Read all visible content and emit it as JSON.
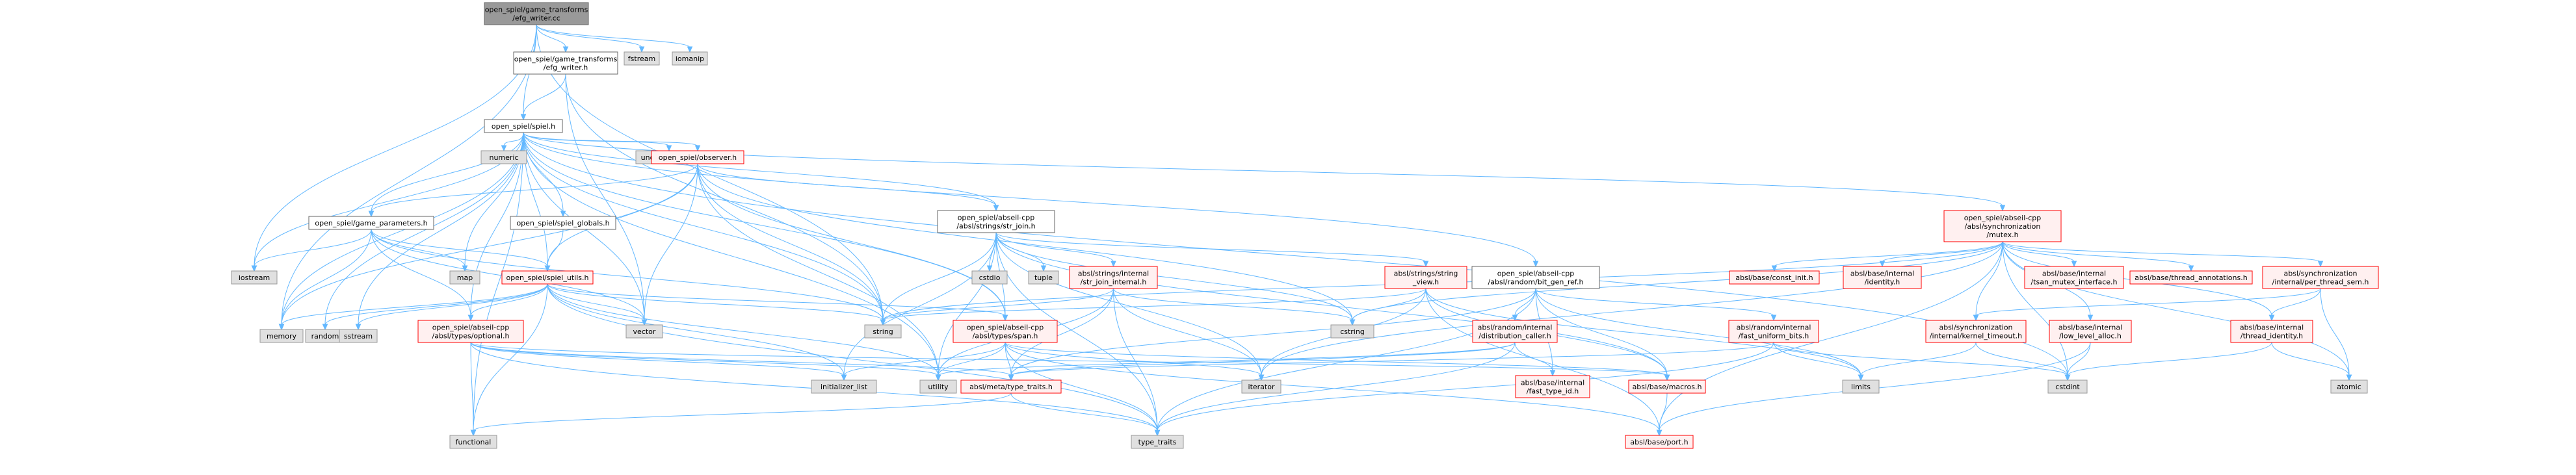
{
  "diagram": {
    "type": "include-dependency-graph",
    "colors": {
      "root_fill": "#999999",
      "root_border": "#666666",
      "documented_fill": "#ffffff",
      "documented_border": "#666666",
      "external_fill": "#e0e0e0",
      "external_border": "#999999",
      "missing_fill": "#fff0f0",
      "missing_border": "#ff0000",
      "edge": "#63b8ff"
    },
    "nodes": [
      {
        "id": "n_root",
        "lines": [
          "open_spiel/game_transforms",
          "/efg_writer.cc"
        ],
        "kind": "root"
      },
      {
        "id": "n_efgh",
        "lines": [
          "open_spiel/game_transforms",
          "/efg_writer.h"
        ],
        "kind": "documented"
      },
      {
        "id": "n_fstream",
        "lines": [
          "fstream"
        ],
        "kind": "external"
      },
      {
        "id": "n_iomanip",
        "lines": [
          "iomanip"
        ],
        "kind": "external"
      },
      {
        "id": "n_spiel",
        "lines": [
          "open_spiel/spiel.h"
        ],
        "kind": "documented"
      },
      {
        "id": "n_numeric",
        "lines": [
          "numeric"
        ],
        "kind": "external"
      },
      {
        "id": "n_unordered_map",
        "lines": [
          "unordered_map"
        ],
        "kind": "external"
      },
      {
        "id": "n_observer",
        "lines": [
          "open_spiel/observer.h"
        ],
        "kind": "missing"
      },
      {
        "id": "n_mutex",
        "lines": [
          "open_spiel/abseil-cpp",
          "/absl/synchronization",
          "/mutex.h"
        ],
        "kind": "missing"
      },
      {
        "id": "n_spiel_globals",
        "lines": [
          "open_spiel/spiel_globals.h"
        ],
        "kind": "documented"
      },
      {
        "id": "n_str_join",
        "lines": [
          "open_spiel/abseil-cpp",
          "/absl/strings/str_join.h"
        ],
        "kind": "documented"
      },
      {
        "id": "n_game_params",
        "lines": [
          "open_spiel/game_parameters.h"
        ],
        "kind": "documented"
      },
      {
        "id": "n_iostream",
        "lines": [
          "iostream"
        ],
        "kind": "external"
      },
      {
        "id": "n_map",
        "lines": [
          "map"
        ],
        "kind": "external"
      },
      {
        "id": "n_spiel_utils",
        "lines": [
          "open_spiel/spiel_utils.h"
        ],
        "kind": "missing"
      },
      {
        "id": "n_cstdio",
        "lines": [
          "cstdio"
        ],
        "kind": "external"
      },
      {
        "id": "n_tuple",
        "lines": [
          "tuple"
        ],
        "kind": "external"
      },
      {
        "id": "n_str_join_internal",
        "lines": [
          "absl/strings/internal",
          "/str_join_internal.h"
        ],
        "kind": "missing"
      },
      {
        "id": "n_string_view",
        "lines": [
          "absl/strings/string",
          "_view.h"
        ],
        "kind": "missing"
      },
      {
        "id": "n_bit_gen_ref",
        "lines": [
          "open_spiel/abseil-cpp",
          "/absl/random/bit_gen_ref.h"
        ],
        "kind": "documented"
      },
      {
        "id": "n_const_init",
        "lines": [
          "absl/base/const_init.h"
        ],
        "kind": "missing"
      },
      {
        "id": "n_identity",
        "lines": [
          "absl/base/internal",
          "/identity.h"
        ],
        "kind": "missing"
      },
      {
        "id": "n_tsan",
        "lines": [
          "absl/base/internal",
          "/tsan_mutex_interface.h"
        ],
        "kind": "missing"
      },
      {
        "id": "n_thread_annot",
        "lines": [
          "absl/base/thread_annotations.h"
        ],
        "kind": "missing"
      },
      {
        "id": "n_per_thread_sem",
        "lines": [
          "absl/synchronization",
          "/internal/per_thread_sem.h"
        ],
        "kind": "missing"
      },
      {
        "id": "n_memory",
        "lines": [
          "memory"
        ],
        "kind": "external"
      },
      {
        "id": "n_random",
        "lines": [
          "random"
        ],
        "kind": "external"
      },
      {
        "id": "n_sstream",
        "lines": [
          "sstream"
        ],
        "kind": "external"
      },
      {
        "id": "n_optional",
        "lines": [
          "open_spiel/abseil-cpp",
          "/absl/types/optional.h"
        ],
        "kind": "missing"
      },
      {
        "id": "n_vector",
        "lines": [
          "vector"
        ],
        "kind": "external"
      },
      {
        "id": "n_string",
        "lines": [
          "string"
        ],
        "kind": "external"
      },
      {
        "id": "n_span",
        "lines": [
          "open_spiel/abseil-cpp",
          "/absl/types/span.h"
        ],
        "kind": "missing"
      },
      {
        "id": "n_cstring",
        "lines": [
          "cstring"
        ],
        "kind": "external"
      },
      {
        "id": "n_dist_caller",
        "lines": [
          "absl/random/internal",
          "/distribution_caller.h"
        ],
        "kind": "missing"
      },
      {
        "id": "n_fast_uniform",
        "lines": [
          "absl/random/internal",
          "/fast_uniform_bits.h"
        ],
        "kind": "missing"
      },
      {
        "id": "n_kernel_timeout",
        "lines": [
          "absl/synchronization",
          "/internal/kernel_timeout.h"
        ],
        "kind": "missing"
      },
      {
        "id": "n_low_level_alloc",
        "lines": [
          "absl/base/internal",
          "/low_level_alloc.h"
        ],
        "kind": "missing"
      },
      {
        "id": "n_thread_identity",
        "lines": [
          "absl/base/internal",
          "/thread_identity.h"
        ],
        "kind": "missing"
      },
      {
        "id": "n_initializer_list",
        "lines": [
          "initializer_list"
        ],
        "kind": "external"
      },
      {
        "id": "n_utility",
        "lines": [
          "utility"
        ],
        "kind": "external"
      },
      {
        "id": "n_type_traits_h",
        "lines": [
          "absl/meta/type_traits.h"
        ],
        "kind": "missing"
      },
      {
        "id": "n_iterator",
        "lines": [
          "iterator"
        ],
        "kind": "external"
      },
      {
        "id": "n_fast_type_id",
        "lines": [
          "absl/base/internal",
          "/fast_type_id.h"
        ],
        "kind": "missing"
      },
      {
        "id": "n_macros",
        "lines": [
          "absl/base/macros.h"
        ],
        "kind": "missing"
      },
      {
        "id": "n_limits",
        "lines": [
          "limits"
        ],
        "kind": "external"
      },
      {
        "id": "n_cstdint",
        "lines": [
          "cstdint"
        ],
        "kind": "external"
      },
      {
        "id": "n_atomic",
        "lines": [
          "atomic"
        ],
        "kind": "external"
      },
      {
        "id": "n_functional",
        "lines": [
          "functional"
        ],
        "kind": "external"
      },
      {
        "id": "n_type_traits",
        "lines": [
          "type_traits"
        ],
        "kind": "external"
      },
      {
        "id": "n_port",
        "lines": [
          "absl/base/port.h"
        ],
        "kind": "missing"
      }
    ],
    "edges": [
      [
        "n_root",
        "n_efgh"
      ],
      [
        "n_root",
        "n_fstream"
      ],
      [
        "n_root",
        "n_iomanip"
      ],
      [
        "n_root",
        "n_spiel"
      ],
      [
        "n_root",
        "n_iostream"
      ],
      [
        "n_root",
        "n_memory"
      ],
      [
        "n_root",
        "n_string"
      ],
      [
        "n_efgh",
        "n_spiel"
      ],
      [
        "n_efgh",
        "n_string"
      ],
      [
        "n_efgh",
        "n_vector"
      ],
      [
        "n_spiel",
        "n_numeric"
      ],
      [
        "n_spiel",
        "n_unordered_map"
      ],
      [
        "n_spiel",
        "n_observer"
      ],
      [
        "n_spiel",
        "n_mutex"
      ],
      [
        "n_spiel",
        "n_spiel_globals"
      ],
      [
        "n_spiel",
        "n_str_join"
      ],
      [
        "n_spiel",
        "n_game_params"
      ],
      [
        "n_spiel",
        "n_iostream"
      ],
      [
        "n_spiel",
        "n_map"
      ],
      [
        "n_spiel",
        "n_spiel_utils"
      ],
      [
        "n_spiel",
        "n_bit_gen_ref"
      ],
      [
        "n_spiel",
        "n_memory"
      ],
      [
        "n_spiel",
        "n_random"
      ],
      [
        "n_spiel",
        "n_sstream"
      ],
      [
        "n_spiel",
        "n_optional"
      ],
      [
        "n_spiel",
        "n_vector"
      ],
      [
        "n_spiel",
        "n_string"
      ],
      [
        "n_spiel",
        "n_span"
      ],
      [
        "n_spiel",
        "n_functional"
      ],
      [
        "n_spiel",
        "n_utility"
      ],
      [
        "n_spiel",
        "n_cstdint"
      ],
      [
        "n_observer",
        "n_game_params"
      ],
      [
        "n_observer",
        "n_str_join"
      ],
      [
        "n_observer",
        "n_spiel_utils"
      ],
      [
        "n_observer",
        "n_span"
      ],
      [
        "n_observer",
        "n_memory"
      ],
      [
        "n_observer",
        "n_vector"
      ],
      [
        "n_observer",
        "n_string"
      ],
      [
        "n_observer",
        "n_cstring"
      ],
      [
        "n_observer",
        "n_utility"
      ],
      [
        "n_spiel_globals",
        "n_spiel_utils"
      ],
      [
        "n_game_params",
        "n_iostream"
      ],
      [
        "n_game_params",
        "n_map"
      ],
      [
        "n_game_params",
        "n_spiel_utils"
      ],
      [
        "n_game_params",
        "n_memory"
      ],
      [
        "n_game_params",
        "n_optional"
      ],
      [
        "n_game_params",
        "n_vector"
      ],
      [
        "n_game_params",
        "n_string"
      ],
      [
        "n_spiel_utils",
        "n_memory"
      ],
      [
        "n_spiel_utils",
        "n_random"
      ],
      [
        "n_spiel_utils",
        "n_sstream"
      ],
      [
        "n_spiel_utils",
        "n_optional"
      ],
      [
        "n_spiel_utils",
        "n_vector"
      ],
      [
        "n_spiel_utils",
        "n_string"
      ],
      [
        "n_spiel_utils",
        "n_span"
      ],
      [
        "n_spiel_utils",
        "n_functional"
      ],
      [
        "n_spiel_utils",
        "n_initializer_list"
      ],
      [
        "n_spiel_utils",
        "n_utility"
      ],
      [
        "n_spiel_utils",
        "n_type_traits"
      ],
      [
        "n_str_join",
        "n_cstdio"
      ],
      [
        "n_str_join",
        "n_tuple"
      ],
      [
        "n_str_join",
        "n_str_join_internal"
      ],
      [
        "n_str_join",
        "n_string_view"
      ],
      [
        "n_str_join",
        "n_string"
      ],
      [
        "n_str_join",
        "n_span"
      ],
      [
        "n_str_join",
        "n_macros"
      ],
      [
        "n_str_join",
        "n_initializer_list"
      ],
      [
        "n_str_join",
        "n_iterator"
      ],
      [
        "n_str_join",
        "n_type_traits"
      ],
      [
        "n_str_join",
        "n_utility"
      ],
      [
        "n_str_join",
        "n_cstring"
      ],
      [
        "n_str_join_internal",
        "n_string"
      ],
      [
        "n_str_join_internal",
        "n_cstring"
      ],
      [
        "n_str_join_internal",
        "n_iterator"
      ],
      [
        "n_str_join_internal",
        "n_type_traits_h"
      ],
      [
        "n_str_join_internal",
        "n_type_traits"
      ],
      [
        "n_str_join_internal",
        "n_utility"
      ],
      [
        "n_string_view",
        "n_string"
      ],
      [
        "n_string_view",
        "n_cstring"
      ],
      [
        "n_string_view",
        "n_iterator"
      ],
      [
        "n_string_view",
        "n_limits"
      ],
      [
        "n_string_view",
        "n_port"
      ],
      [
        "n_string_view",
        "n_macros"
      ],
      [
        "n_bit_gen_ref",
        "n_dist_caller"
      ],
      [
        "n_bit_gen_ref",
        "n_fast_uniform"
      ],
      [
        "n_bit_gen_ref",
        "n_fast_type_id"
      ],
      [
        "n_bit_gen_ref",
        "n_macros"
      ],
      [
        "n_bit_gen_ref",
        "n_type_traits_h"
      ],
      [
        "n_bit_gen_ref",
        "n_limits"
      ],
      [
        "n_bit_gen_ref",
        "n_type_traits"
      ],
      [
        "n_dist_caller",
        "n_fast_type_id"
      ],
      [
        "n_dist_caller",
        "n_type_traits_h"
      ],
      [
        "n_dist_caller",
        "n_utility"
      ],
      [
        "n_dist_caller",
        "n_type_traits"
      ],
      [
        "n_fast_uniform",
        "n_limits"
      ],
      [
        "n_fast_uniform",
        "n_cstdint"
      ],
      [
        "n_fast_uniform",
        "n_type_traits_h"
      ],
      [
        "n_fast_uniform",
        "n_type_traits"
      ],
      [
        "n_mutex",
        "n_const_init"
      ],
      [
        "n_mutex",
        "n_identity"
      ],
      [
        "n_mutex",
        "n_tsan"
      ],
      [
        "n_mutex",
        "n_thread_annot"
      ],
      [
        "n_mutex",
        "n_per_thread_sem"
      ],
      [
        "n_mutex",
        "n_kernel_timeout"
      ],
      [
        "n_mutex",
        "n_low_level_alloc"
      ],
      [
        "n_mutex",
        "n_thread_identity"
      ],
      [
        "n_mutex",
        "n_atomic"
      ],
      [
        "n_mutex",
        "n_cstdint"
      ],
      [
        "n_mutex",
        "n_string"
      ],
      [
        "n_mutex",
        "n_iterator"
      ],
      [
        "n_mutex",
        "n_port"
      ],
      [
        "n_mutex",
        "n_cstring"
      ],
      [
        "n_per_thread_sem",
        "n_kernel_timeout"
      ],
      [
        "n_per_thread_sem",
        "n_thread_identity"
      ],
      [
        "n_per_thread_sem",
        "n_atomic"
      ],
      [
        "n_kernel_timeout",
        "n_limits"
      ],
      [
        "n_kernel_timeout",
        "n_cstdint"
      ],
      [
        "n_low_level_alloc",
        "n_cstdint"
      ],
      [
        "n_low_level_alloc",
        "n_port"
      ],
      [
        "n_thread_identity",
        "n_atomic"
      ],
      [
        "n_thread_identity",
        "n_cstdint"
      ],
      [
        "n_optional",
        "n_functional"
      ],
      [
        "n_optional",
        "n_initializer_list"
      ],
      [
        "n_optional",
        "n_type_traits"
      ],
      [
        "n_optional",
        "n_utility"
      ],
      [
        "n_optional",
        "n_macros"
      ],
      [
        "n_optional",
        "n_type_traits_h"
      ],
      [
        "n_span",
        "n_initializer_list"
      ],
      [
        "n_span",
        "n_iterator"
      ],
      [
        "n_span",
        "n_type_traits"
      ],
      [
        "n_span",
        "n_utility"
      ],
      [
        "n_span",
        "n_macros"
      ],
      [
        "n_span",
        "n_type_traits_h"
      ],
      [
        "n_span",
        "n_port"
      ],
      [
        "n_type_traits_h",
        "n_functional"
      ],
      [
        "n_type_traits_h",
        "n_type_traits"
      ],
      [
        "n_macros",
        "n_port"
      ]
    ]
  }
}
